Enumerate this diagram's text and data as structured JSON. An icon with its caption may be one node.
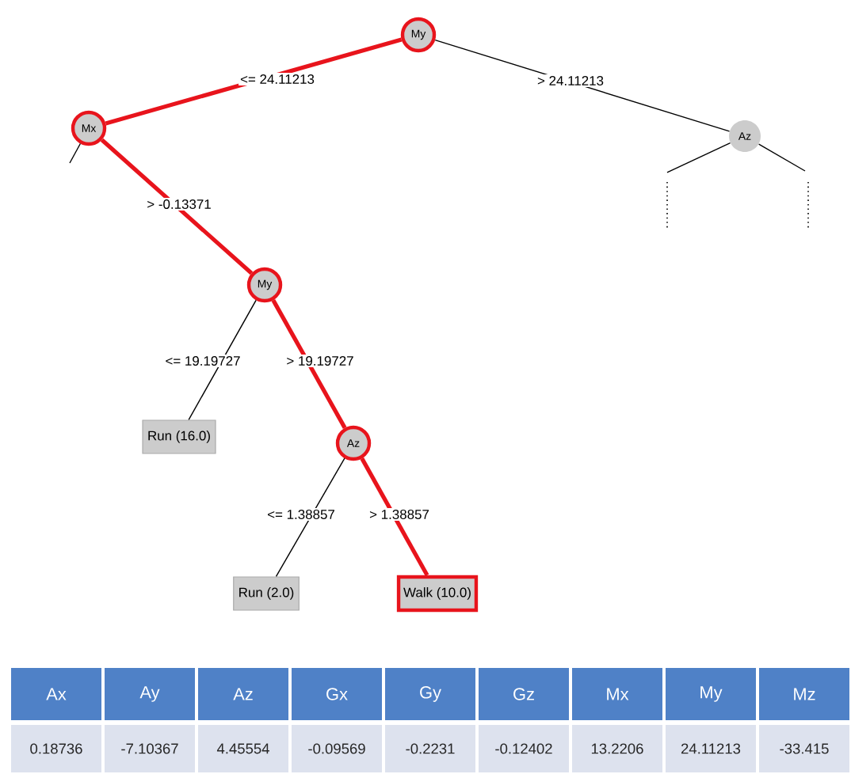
{
  "diagram": {
    "nodes": [
      {
        "text": [
          "My"
        ]
      },
      {
        "text": [
          "Mx"
        ]
      },
      {
        "text": [
          "Az"
        ]
      },
      {
        "text": [
          "My"
        ]
      },
      {
        "text": [
          "Run (16.0)"
        ]
      },
      {
        "text": [
          "Az"
        ]
      },
      {
        "text": [
          "Run (2.0)"
        ]
      },
      {
        "text": [
          "Walk (10.0)"
        ]
      }
    ],
    "edges": [
      {
        "from": 0,
        "to": 1,
        "arrow": "none",
        "label": "<= 24.11213",
        "style": "thick",
        "color": "#e8141c"
      },
      {
        "from": 0,
        "to": 2,
        "arrow": "none",
        "label": "> 24.11213"
      },
      {
        "from": 1,
        "to": 3,
        "arrow": "none",
        "label": "> -0.13371",
        "style": "thick",
        "color": "#e8141c"
      },
      {
        "from": 1,
        "to": null,
        "arrow": "none"
      },
      {
        "from": 2,
        "to": null,
        "arrow": "none"
      },
      {
        "from": 2,
        "to": null,
        "arrow": "none"
      },
      {
        "from": 3,
        "to": 4,
        "arrow": "none",
        "label": "<= 19.19727"
      },
      {
        "from": 3,
        "to": 5,
        "arrow": "none",
        "label": "> 19.19727",
        "style": "thick",
        "color": "#e8141c"
      },
      {
        "from": 5,
        "to": 6,
        "arrow": "none",
        "label": "<= 1.38857"
      },
      {
        "from": 5,
        "to": 7,
        "arrow": "none",
        "label": "> 1.38857",
        "style": "thick",
        "color": "#e8141c"
      }
    ],
    "labels": [
      "Ax",
      "Ay",
      "Az",
      "Gx",
      "Gy",
      "Gz",
      "Mx",
      "My",
      "Mz",
      "0.18736",
      "-7.10367",
      "4.45554",
      "-0.09569",
      "-0.2231",
      "-0.12402",
      "13.2206",
      "24.11213",
      "-33.415"
    ]
  }
}
